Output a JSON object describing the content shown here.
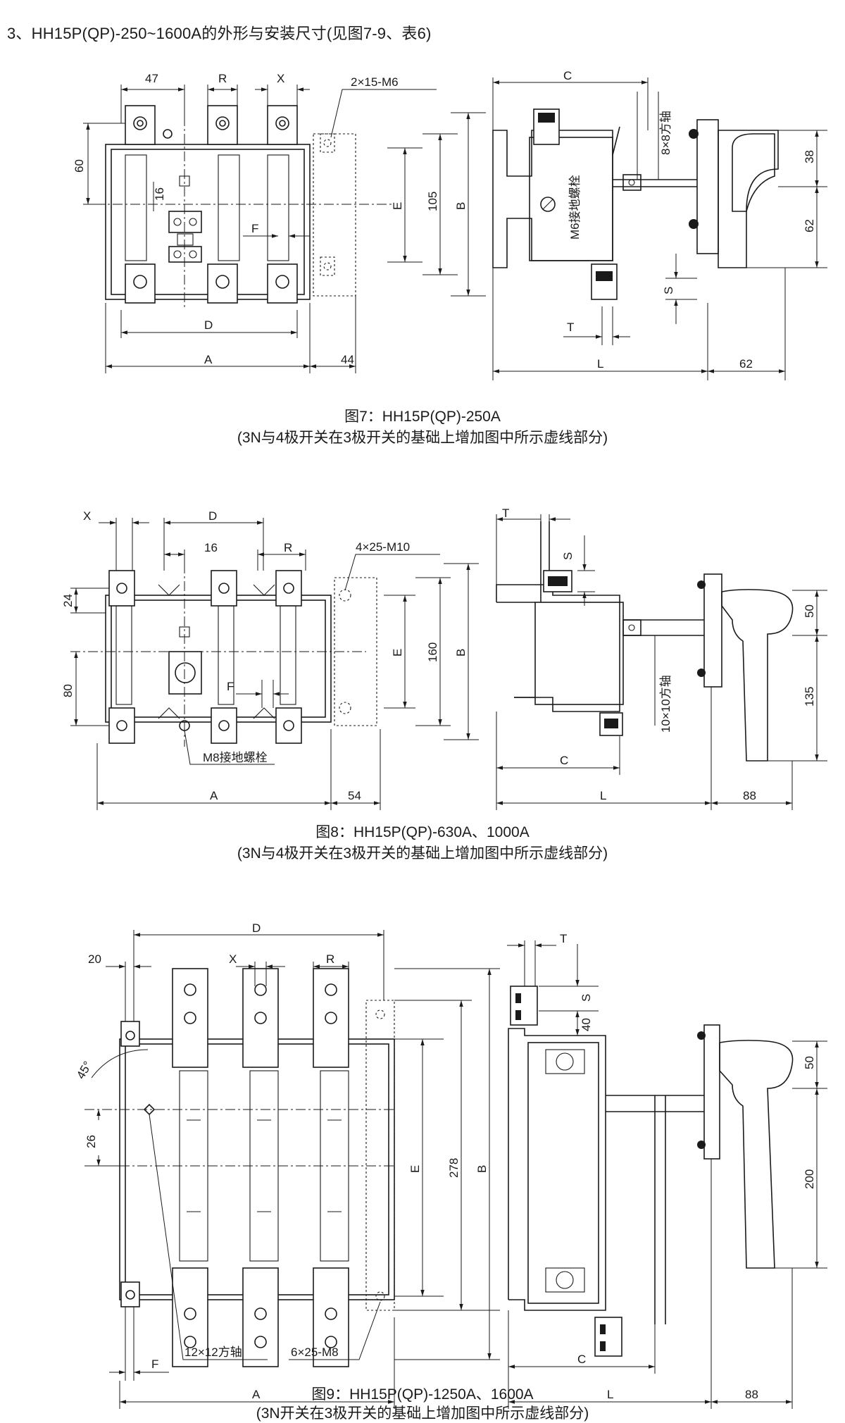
{
  "heading": "3、HH15P(QP)-250~1600A的外形与安装尺寸(见图7-9、表6)",
  "figures": [
    {
      "caption": "图7：HH15P(QP)-250A",
      "note": "(3N与4极开关在3极开关的基础上增加图中所示虚线部分)",
      "front_labels": {
        "d47": "47",
        "R": "R",
        "X": "X",
        "holes": "2×15-M6",
        "d60": "60",
        "d16": "16",
        "E": "E",
        "d105": "105",
        "B": "B",
        "F": "F",
        "D": "D",
        "A": "A",
        "d44": "44"
      },
      "side_labels": {
        "C": "C",
        "shaft": "8×8方轴",
        "ground": "M6接地螺栓",
        "d38": "38",
        "d62": "62",
        "S": "S",
        "T": "T",
        "L": "L",
        "d62b": "62"
      }
    },
    {
      "caption": "图8：HH15P(QP)-630A、1000A",
      "note": "(3N与4极开关在3极开关的基础上增加图中所示虚线部分)",
      "front_labels": {
        "X": "X",
        "D": "D",
        "d16": "16",
        "R": "R",
        "holes": "4×25-M10",
        "d24": "24",
        "E": "E",
        "d160": "160",
        "B": "B",
        "d80": "80",
        "F": "F",
        "ground": "M8接地螺栓",
        "A": "A",
        "d54": "54"
      },
      "side_labels": {
        "T": "T",
        "S": "S",
        "d50": "50",
        "shaft": "10×10方轴",
        "d135": "135",
        "C": "C",
        "L": "L",
        "d88": "88"
      }
    },
    {
      "caption": "图9：HH15P(QP)-1250A、1600A",
      "note": "(3N开关在3极开关的基础上增加图中所示虚线部分)",
      "front_labels": {
        "D": "D",
        "d20": "20",
        "X": "X",
        "R": "R",
        "angle": "45°",
        "E": "E",
        "d278": "278",
        "B": "B",
        "d26": "26",
        "F": "F",
        "shaft": "12×12方轴",
        "holes": "6×25-M8",
        "A": "A"
      },
      "side_labels": {
        "T": "T",
        "S": "S",
        "d40": "40",
        "d50": "50",
        "d200": "200",
        "C": "C",
        "L": "L",
        "d88": "88"
      }
    }
  ]
}
